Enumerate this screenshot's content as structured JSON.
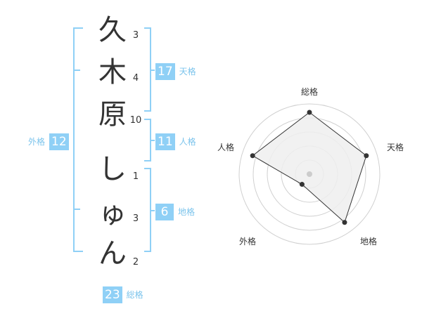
{
  "name_chars": [
    {
      "char": "久",
      "strokes": "3"
    },
    {
      "char": "木",
      "strokes": "4"
    },
    {
      "char": "原",
      "strokes": "10"
    },
    {
      "char": "し",
      "strokes": "1"
    },
    {
      "char": "ゅ",
      "strokes": "3"
    },
    {
      "char": "ん",
      "strokes": "2"
    }
  ],
  "scores": {
    "tenkaku": {
      "value": "17",
      "label": "天格"
    },
    "jinkaku": {
      "value": "11",
      "label": "人格"
    },
    "chikaku": {
      "value": "6",
      "label": "地格"
    },
    "gaikaku": {
      "value": "12",
      "label": "外格"
    },
    "soukaku": {
      "value": "23",
      "label": "総格"
    }
  },
  "radar": {
    "labels": {
      "top": "総格",
      "right": "天格",
      "bottom_right": "地格",
      "bottom_left": "外格",
      "left": "人格"
    },
    "values": {
      "soukaku": 0.88,
      "tenkaku": 0.85,
      "chikaku": 0.85,
      "gaikaku": 0.18,
      "jinkaku": 0.85
    },
    "colors": {
      "bracket": "#8fd0f6",
      "fill": "#eeeeee",
      "line": "#333333",
      "ring": "#d0d0d0",
      "center": "#cccccc"
    }
  }
}
